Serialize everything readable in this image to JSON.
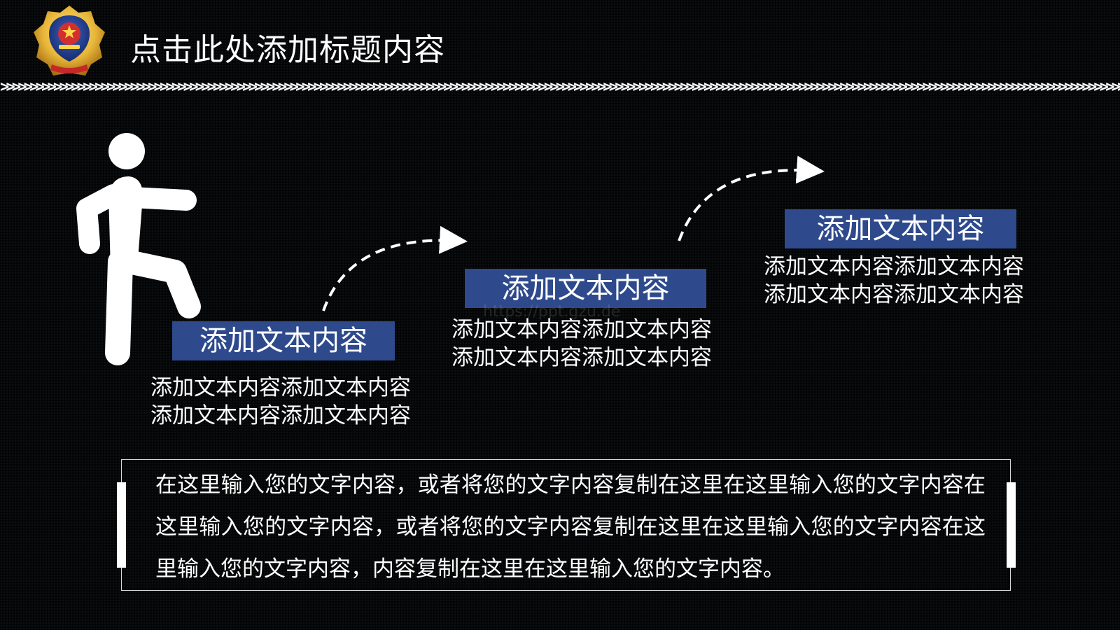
{
  "header": {
    "title": "点击此处添加标题内容",
    "emblem_icon": "police-badge-emblem",
    "divider_glyph": ">"
  },
  "figure": {
    "icon": "walking-person-icon"
  },
  "steps": [
    {
      "label": "添加文本内容",
      "desc_line1": "添加文本内容添加文本内容",
      "desc_line2": "添加文本内容添加文本内容"
    },
    {
      "label": "添加文本内容",
      "desc_line1": "添加文本内容添加文本内容",
      "desc_line2": "添加文本内容添加文本内容"
    },
    {
      "label": "添加文本内容",
      "desc_line1": "添加文本内容添加文本内容",
      "desc_line2": "添加文本内容添加文本内容"
    }
  ],
  "watermark": "https://ppt.gzu.de",
  "body_text": "在这里输入您的文字内容，或者将您的文字内容复制在这里在这里输入您的文字内容在这里输入您的文字内容，或者将您的文字内容复制在这里在这里输入您的文字内容在这里输入您的文字内容，内容复制在这里在这里输入您的文字内容。",
  "colors": {
    "background": "#040506",
    "label_fill": "#2e4a8c",
    "text": "#ffffff",
    "emblem_blue": "#1d3f95",
    "emblem_gold": "#e8b73a",
    "emblem_red": "#d32f2f"
  }
}
